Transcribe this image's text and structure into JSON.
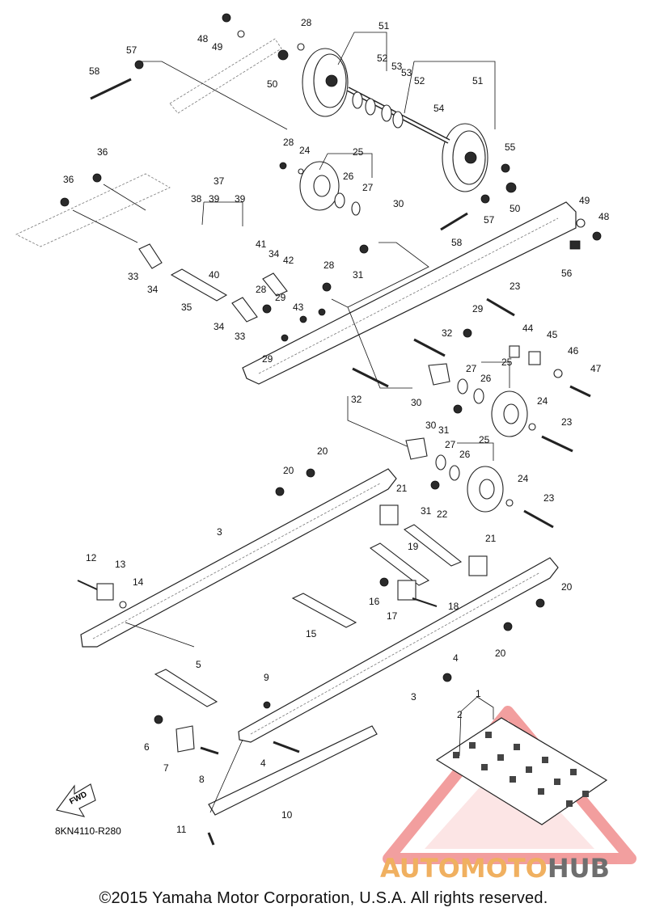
{
  "diagram": {
    "code": "8KN4110-R280",
    "fwd_label": "FWD",
    "callouts": [
      {
        "id": "c1",
        "label": "1"
      },
      {
        "id": "c2",
        "label": "2"
      },
      {
        "id": "c3a",
        "label": "3"
      },
      {
        "id": "c3b",
        "label": "3"
      },
      {
        "id": "c4a",
        "label": "4"
      },
      {
        "id": "c4b",
        "label": "4"
      },
      {
        "id": "c5",
        "label": "5"
      },
      {
        "id": "c6",
        "label": "6"
      },
      {
        "id": "c7",
        "label": "7"
      },
      {
        "id": "c8",
        "label": "8"
      },
      {
        "id": "c9",
        "label": "9"
      },
      {
        "id": "c10",
        "label": "10"
      },
      {
        "id": "c11",
        "label": "11"
      },
      {
        "id": "c12",
        "label": "12"
      },
      {
        "id": "c13",
        "label": "13"
      },
      {
        "id": "c14",
        "label": "14"
      },
      {
        "id": "c15",
        "label": "15"
      },
      {
        "id": "c16",
        "label": "16"
      },
      {
        "id": "c17",
        "label": "17"
      },
      {
        "id": "c18",
        "label": "18"
      },
      {
        "id": "c19",
        "label": "19"
      },
      {
        "id": "c20a",
        "label": "20"
      },
      {
        "id": "c20b",
        "label": "20"
      },
      {
        "id": "c20c",
        "label": "20"
      },
      {
        "id": "c20d",
        "label": "20"
      },
      {
        "id": "c21a",
        "label": "21"
      },
      {
        "id": "c21b",
        "label": "21"
      },
      {
        "id": "c22",
        "label": "22"
      },
      {
        "id": "c23a",
        "label": "23"
      },
      {
        "id": "c23b",
        "label": "23"
      },
      {
        "id": "c23c",
        "label": "23"
      },
      {
        "id": "c24a",
        "label": "24"
      },
      {
        "id": "c24b",
        "label": "24"
      },
      {
        "id": "c24c",
        "label": "24"
      },
      {
        "id": "c25a",
        "label": "25"
      },
      {
        "id": "c25b",
        "label": "25"
      },
      {
        "id": "c25c",
        "label": "25"
      },
      {
        "id": "c26a",
        "label": "26"
      },
      {
        "id": "c26b",
        "label": "26"
      },
      {
        "id": "c26c",
        "label": "26"
      },
      {
        "id": "c27a",
        "label": "27"
      },
      {
        "id": "c27b",
        "label": "27"
      },
      {
        "id": "c27c",
        "label": "27"
      },
      {
        "id": "c28a",
        "label": "28"
      },
      {
        "id": "c28b",
        "label": "28"
      },
      {
        "id": "c28c",
        "label": "28"
      },
      {
        "id": "c28d",
        "label": "28"
      },
      {
        "id": "c29a",
        "label": "29"
      },
      {
        "id": "c29b",
        "label": "29"
      },
      {
        "id": "c29c",
        "label": "29"
      },
      {
        "id": "c30a",
        "label": "30"
      },
      {
        "id": "c30b",
        "label": "30"
      },
      {
        "id": "c30c",
        "label": "30"
      },
      {
        "id": "c31a",
        "label": "31"
      },
      {
        "id": "c31b",
        "label": "31"
      },
      {
        "id": "c31c",
        "label": "31"
      },
      {
        "id": "c32a",
        "label": "32"
      },
      {
        "id": "c32b",
        "label": "32"
      },
      {
        "id": "c33a",
        "label": "33"
      },
      {
        "id": "c33b",
        "label": "33"
      },
      {
        "id": "c34a",
        "label": "34"
      },
      {
        "id": "c34b",
        "label": "34"
      },
      {
        "id": "c34c",
        "label": "34"
      },
      {
        "id": "c35",
        "label": "35"
      },
      {
        "id": "c36a",
        "label": "36"
      },
      {
        "id": "c36b",
        "label": "36"
      },
      {
        "id": "c37",
        "label": "37"
      },
      {
        "id": "c38",
        "label": "38"
      },
      {
        "id": "c39a",
        "label": "39"
      },
      {
        "id": "c39b",
        "label": "39"
      },
      {
        "id": "c40",
        "label": "40"
      },
      {
        "id": "c41",
        "label": "41"
      },
      {
        "id": "c42",
        "label": "42"
      },
      {
        "id": "c43",
        "label": "43"
      },
      {
        "id": "c44",
        "label": "44"
      },
      {
        "id": "c45",
        "label": "45"
      },
      {
        "id": "c46",
        "label": "46"
      },
      {
        "id": "c47",
        "label": "47"
      },
      {
        "id": "c48a",
        "label": "48"
      },
      {
        "id": "c48b",
        "label": "48"
      },
      {
        "id": "c49a",
        "label": "49"
      },
      {
        "id": "c49b",
        "label": "49"
      },
      {
        "id": "c50a",
        "label": "50"
      },
      {
        "id": "c50b",
        "label": "50"
      },
      {
        "id": "c51a",
        "label": "51"
      },
      {
        "id": "c51b",
        "label": "51"
      },
      {
        "id": "c52a",
        "label": "52"
      },
      {
        "id": "c52b",
        "label": "52"
      },
      {
        "id": "c53a",
        "label": "53"
      },
      {
        "id": "c53b",
        "label": "53"
      },
      {
        "id": "c54",
        "label": "54"
      },
      {
        "id": "c55",
        "label": "55"
      },
      {
        "id": "c56",
        "label": "56"
      },
      {
        "id": "c57a",
        "label": "57"
      },
      {
        "id": "c57b",
        "label": "57"
      },
      {
        "id": "c58a",
        "label": "58"
      },
      {
        "id": "c58b",
        "label": "58"
      }
    ]
  },
  "watermark": {
    "text_auto": "AUTOMOTO",
    "text_hub": "HUB",
    "color_primary": "#f0b060",
    "color_hub": "#6e6e6e",
    "color_triangle": "#e85050"
  },
  "copyright": "©2015 Yamaha Motor Corporation, U.S.A. All rights reserved."
}
